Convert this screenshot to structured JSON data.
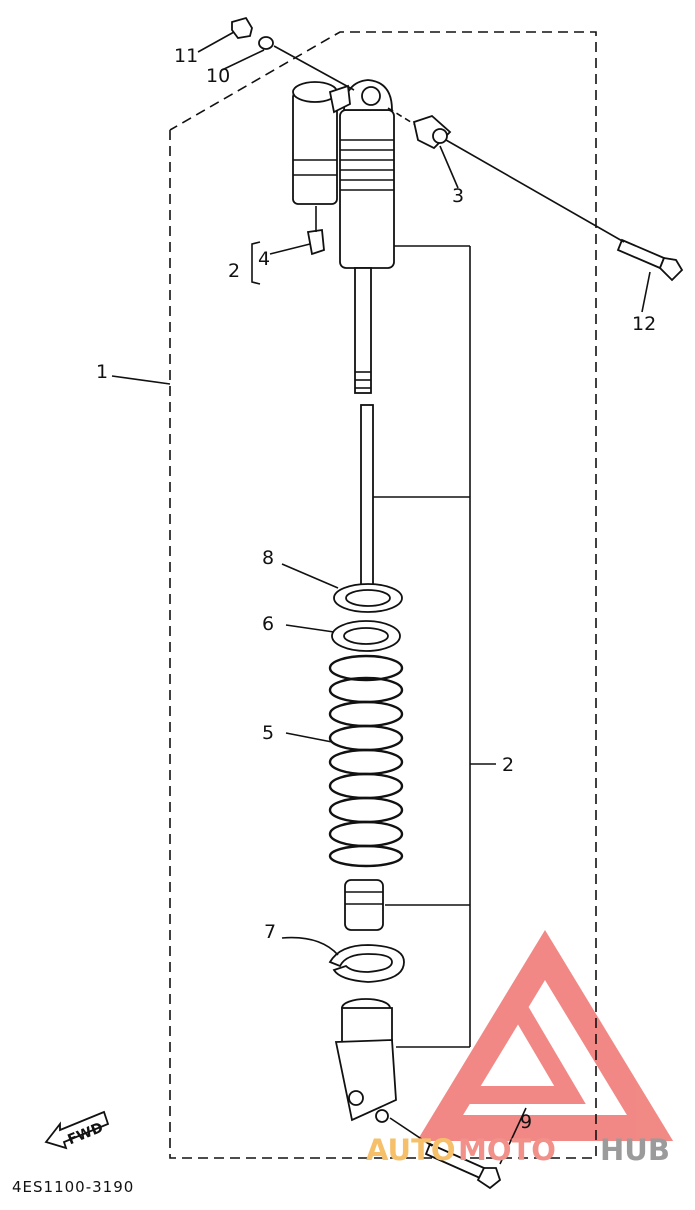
{
  "diagram": {
    "callouts": {
      "c1": "1",
      "c2_top": "2",
      "c2_right": "2",
      "c3": "3",
      "c4": "4",
      "c5": "5",
      "c6": "6",
      "c7": "7",
      "c8": "8",
      "c9": "9",
      "c10": "10",
      "c11": "11",
      "c12": "12"
    },
    "fwd_label": "FWD",
    "drawing_code": "4ES1100-3190"
  },
  "watermark": {
    "part1": "AUTO",
    "part2": "MOTO",
    "part3": "HUB",
    "colors": {
      "auto": "#f6c06b",
      "moto": "#f2908a",
      "hub": "#9b9b9b",
      "triangle": "#f07c78"
    }
  }
}
